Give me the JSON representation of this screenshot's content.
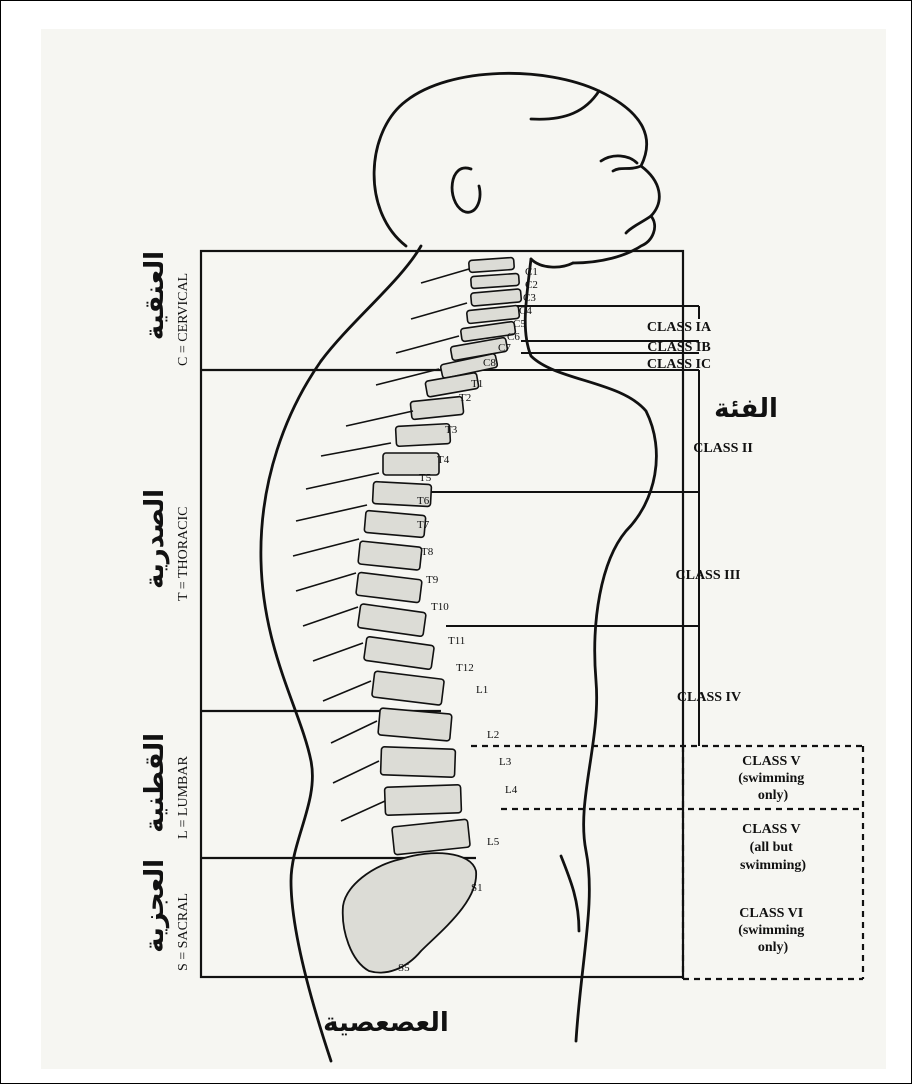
{
  "region_labels": {
    "cervical": "C = CERVICAL",
    "thoracic": "T = THORACIC",
    "lumbar": "L = LUMBAR",
    "sacral": "S = SACRAL"
  },
  "arabic_labels": {
    "cervical": "العنقية",
    "thoracic": "الصدرية",
    "lumbar": "القطنية",
    "sacral": "العجزية",
    "coccygeal": "العصعصية",
    "class_heading": "الفئة"
  },
  "vertebrae": [
    "C1",
    "C2",
    "C3",
    "C4",
    "C5",
    "C6",
    "C7",
    "C8",
    "T1",
    "T2",
    "T3",
    "T4",
    "T5",
    "T6",
    "T7",
    "T8",
    "T9",
    "T10",
    "T11",
    "T12",
    "L1",
    "L2",
    "L3",
    "L4",
    "L5",
    "S1",
    "S5"
  ],
  "classes": {
    "ia": "CLASS IA",
    "ib": "CLASS IB",
    "ic": "CLASS IC",
    "ii": "CLASS II",
    "iii": "CLASS III",
    "iv": "CLASS IV",
    "v_swim": [
      "CLASS V",
      "(swimming",
      "only)"
    ],
    "v_all": [
      "CLASS V",
      "(all but",
      "swimming)"
    ],
    "vi": [
      "CLASS VI",
      "(swimming",
      "only)"
    ]
  }
}
